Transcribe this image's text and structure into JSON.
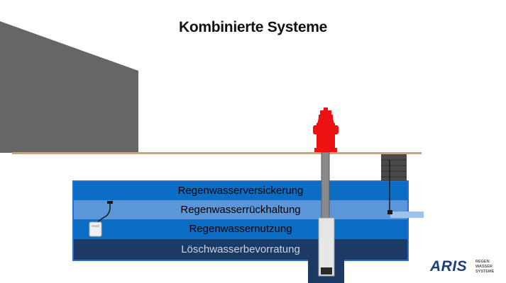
{
  "title": "Kombinierte Systeme",
  "layers": [
    {
      "label": "Regenwasserversickerung",
      "color": "#0b6dc4",
      "text_color": "#0d1a2b"
    },
    {
      "label": "Regenwasserrückhaltung",
      "color": "#5b96d8",
      "text_color": "#0d1a2b"
    },
    {
      "label": "Regenwassernutzung",
      "color": "#0b6dc4",
      "text_color": "#0d1a2b"
    },
    {
      "label": "Löschwasserbevorratung",
      "color": "#1c3a64",
      "text_color": "#c9d3e0"
    }
  ],
  "logo": {
    "wordmark": "ARIS",
    "sub_lines": [
      "REGEN",
      "WASSER",
      "SYSTEME"
    ]
  },
  "colors": {
    "building": "#666666",
    "ground": "#c8a47e",
    "hydrant": "#ee1111",
    "tank_border": "#2a6fd0",
    "shaft": "#4a4a4a",
    "pipe": "#8a8a8a"
  }
}
